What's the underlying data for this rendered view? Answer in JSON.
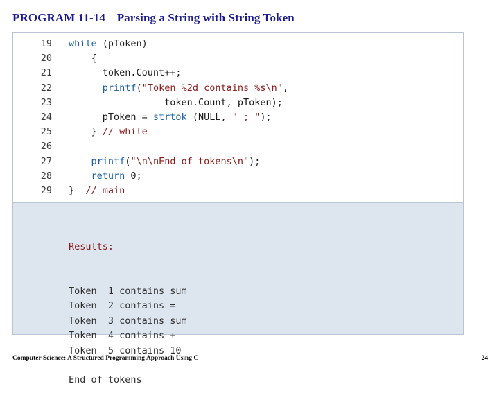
{
  "slide": {
    "title_prefix": "PROGRAM 11-14",
    "title_text": "Parsing a String with String Token",
    "title_full": "PROGRAM 11-14  Parsing a String with String Token"
  },
  "code": {
    "lines": [
      {
        "number": "19",
        "segments": [
          {
            "text": "while",
            "style": "kw"
          },
          {
            "text": " (pToken)",
            "style": "plain"
          }
        ]
      },
      {
        "number": "20",
        "segments": [
          {
            "text": "    {",
            "style": "plain"
          }
        ]
      },
      {
        "number": "21",
        "segments": [
          {
            "text": "      token.Count++;",
            "style": "plain"
          }
        ]
      },
      {
        "number": "22",
        "segments": [
          {
            "text": "      ",
            "style": "plain"
          },
          {
            "text": "printf",
            "style": "fn"
          },
          {
            "text": "(",
            "style": "plain"
          },
          {
            "text": "\"Token %2d contains %s\\n\"",
            "style": "str"
          },
          {
            "text": ",",
            "style": "plain"
          }
        ]
      },
      {
        "number": "23",
        "segments": [
          {
            "text": "                 token.Count, pToken);",
            "style": "plain"
          }
        ]
      },
      {
        "number": "24",
        "segments": [
          {
            "text": "      pToken = ",
            "style": "plain"
          },
          {
            "text": "strtok",
            "style": "fn"
          },
          {
            "text": " (NULL, ",
            "style": "plain"
          },
          {
            "text": "\" ; \"",
            "style": "str"
          },
          {
            "text": ");",
            "style": "plain"
          }
        ]
      },
      {
        "number": "25",
        "segments": [
          {
            "text": "    } ",
            "style": "plain"
          },
          {
            "text": "// while",
            "style": "cmt"
          }
        ]
      },
      {
        "number": "26",
        "segments": [
          {
            "text": "",
            "style": "plain"
          }
        ]
      },
      {
        "number": "27",
        "segments": [
          {
            "text": "    ",
            "style": "plain"
          },
          {
            "text": "printf",
            "style": "fn"
          },
          {
            "text": "(",
            "style": "plain"
          },
          {
            "text": "\"\\n\\nEnd of tokens\\n\"",
            "style": "str"
          },
          {
            "text": ");",
            "style": "plain"
          }
        ]
      },
      {
        "number": "28",
        "segments": [
          {
            "text": "    ",
            "style": "plain"
          },
          {
            "text": "return",
            "style": "kw"
          },
          {
            "text": " 0;",
            "style": "plain"
          }
        ]
      },
      {
        "number": "29",
        "segments": [
          {
            "text": "}  ",
            "style": "plain"
          },
          {
            "text": "// main",
            "style": "cmt"
          }
        ]
      }
    ]
  },
  "results": {
    "heading": "Results:",
    "lines": [
      "Token  1 contains sum",
      "Token  2 contains =",
      "Token  3 contains sum",
      "Token  4 contains +",
      "Token  5 contains 10",
      "",
      "End of tokens"
    ]
  },
  "footer": {
    "book_title": "Computer Science: A Structured Programming Approach Using C",
    "page_number": "24"
  }
}
